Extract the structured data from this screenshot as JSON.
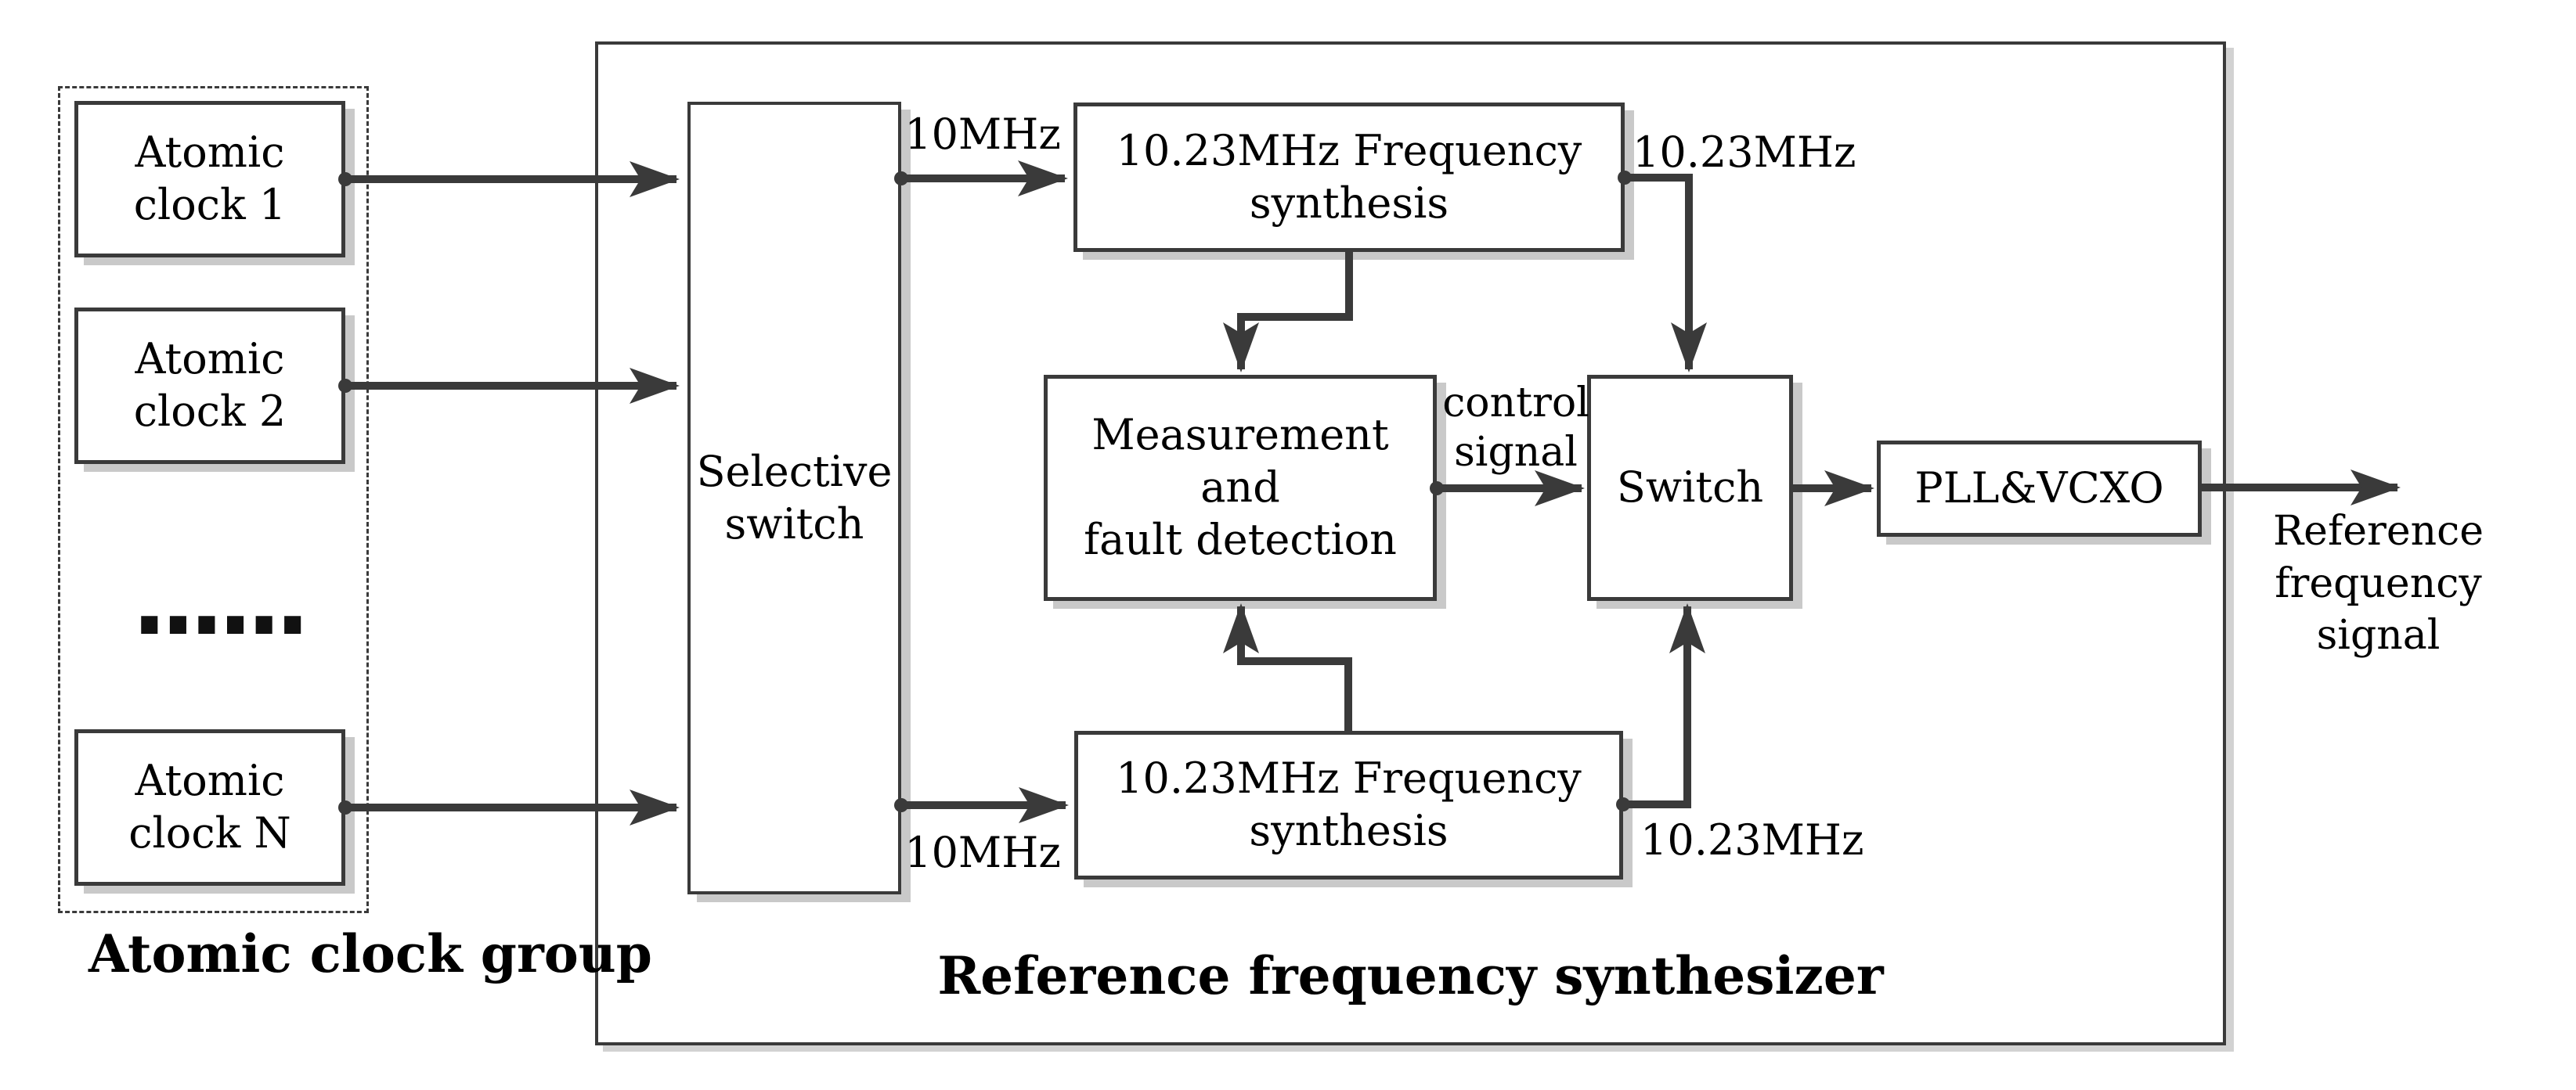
{
  "diagram": {
    "groups": {
      "atomic_clock_group": {
        "label": "Atomic clock group"
      },
      "synthesizer": {
        "label": "Reference frequency synthesizer"
      }
    },
    "nodes": {
      "clock1": {
        "label": "Atomic\nclock 1"
      },
      "clock2": {
        "label": "Atomic\nclock 2"
      },
      "clockN": {
        "label": "Atomic\nclock N"
      },
      "ellipsis": {
        "label": "......"
      },
      "selective_switch": {
        "label": "Selective\nswitch"
      },
      "freq_synth_top": {
        "label": "10.23MHz Frequency\nsynthesis"
      },
      "freq_synth_bottom": {
        "label": "10.23MHz Frequency\nsynthesis"
      },
      "measurement": {
        "label": "Measurement and\nfault detection"
      },
      "switch": {
        "label": "Switch"
      },
      "pll_vcxo": {
        "label": "PLL&VCXO"
      }
    },
    "signal_labels": {
      "input_top": "10MHz",
      "input_bottom": "10MHz",
      "synth_out_top": "10.23MHz",
      "synth_out_bottom": "10.23MHz",
      "control": "control\nsignal",
      "reference_output": "Reference\nfrequency signal"
    },
    "colors": {
      "line": "#3a3a3a",
      "box_border": "#3a3a3a",
      "shadow": "#c9c9c9",
      "text": "#000000",
      "background": "#ffffff"
    }
  }
}
